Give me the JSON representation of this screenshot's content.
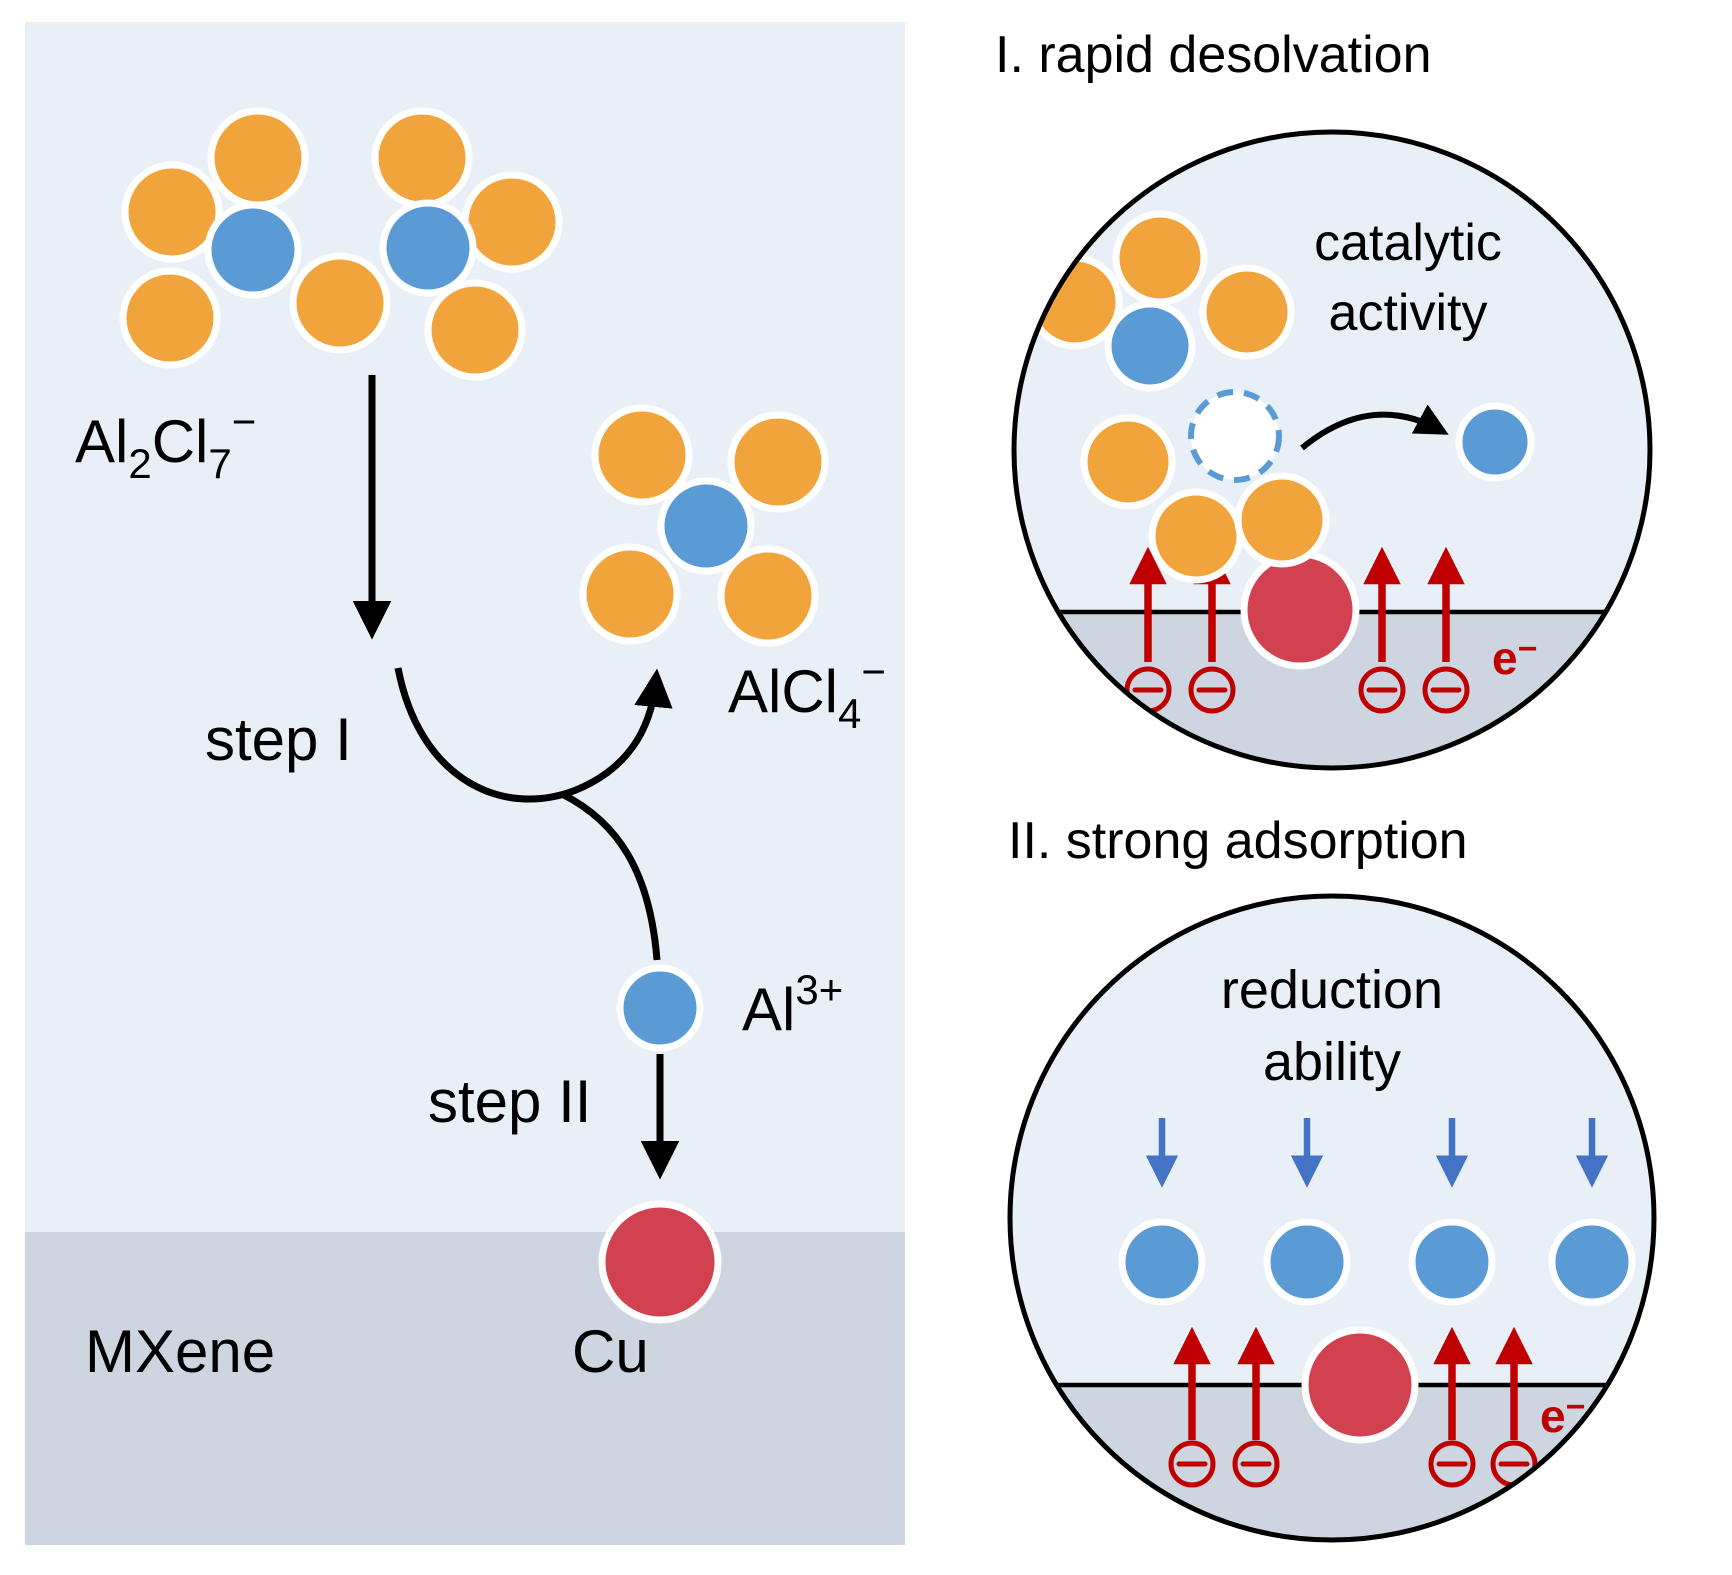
{
  "colors": {
    "panel": "#e9eff6",
    "substrate": "#cdd5e0",
    "chloride": "#f2a43c",
    "aluminum": "#5b9bd5",
    "copper": "#d24150",
    "electron-red": "#c00000",
    "adsorb-blue": "#4472c4"
  },
  "left_panel": {
    "al2cl7": {
      "p1": "Al",
      "s1": "2",
      "p2": "Cl",
      "s2": "7",
      "sup": "−"
    },
    "alcl4": {
      "p1": "AlCl",
      "s1": "4",
      "sup": "−"
    },
    "al3": {
      "base": "Al",
      "sup": "3+"
    },
    "step1_label": "step I",
    "step2_label": "step II",
    "cu_label": "Cu",
    "mxene_label": "MXene"
  },
  "inset1": {
    "title": "I. rapid desolvation",
    "caption1": "catalytic",
    "caption2": "activity",
    "electron_base": "e",
    "electron_sup": "−"
  },
  "inset2": {
    "title": "II. strong adsorption",
    "caption1": "reduction",
    "caption2": "ability",
    "electron_base": "e",
    "electron_sup": "−"
  }
}
